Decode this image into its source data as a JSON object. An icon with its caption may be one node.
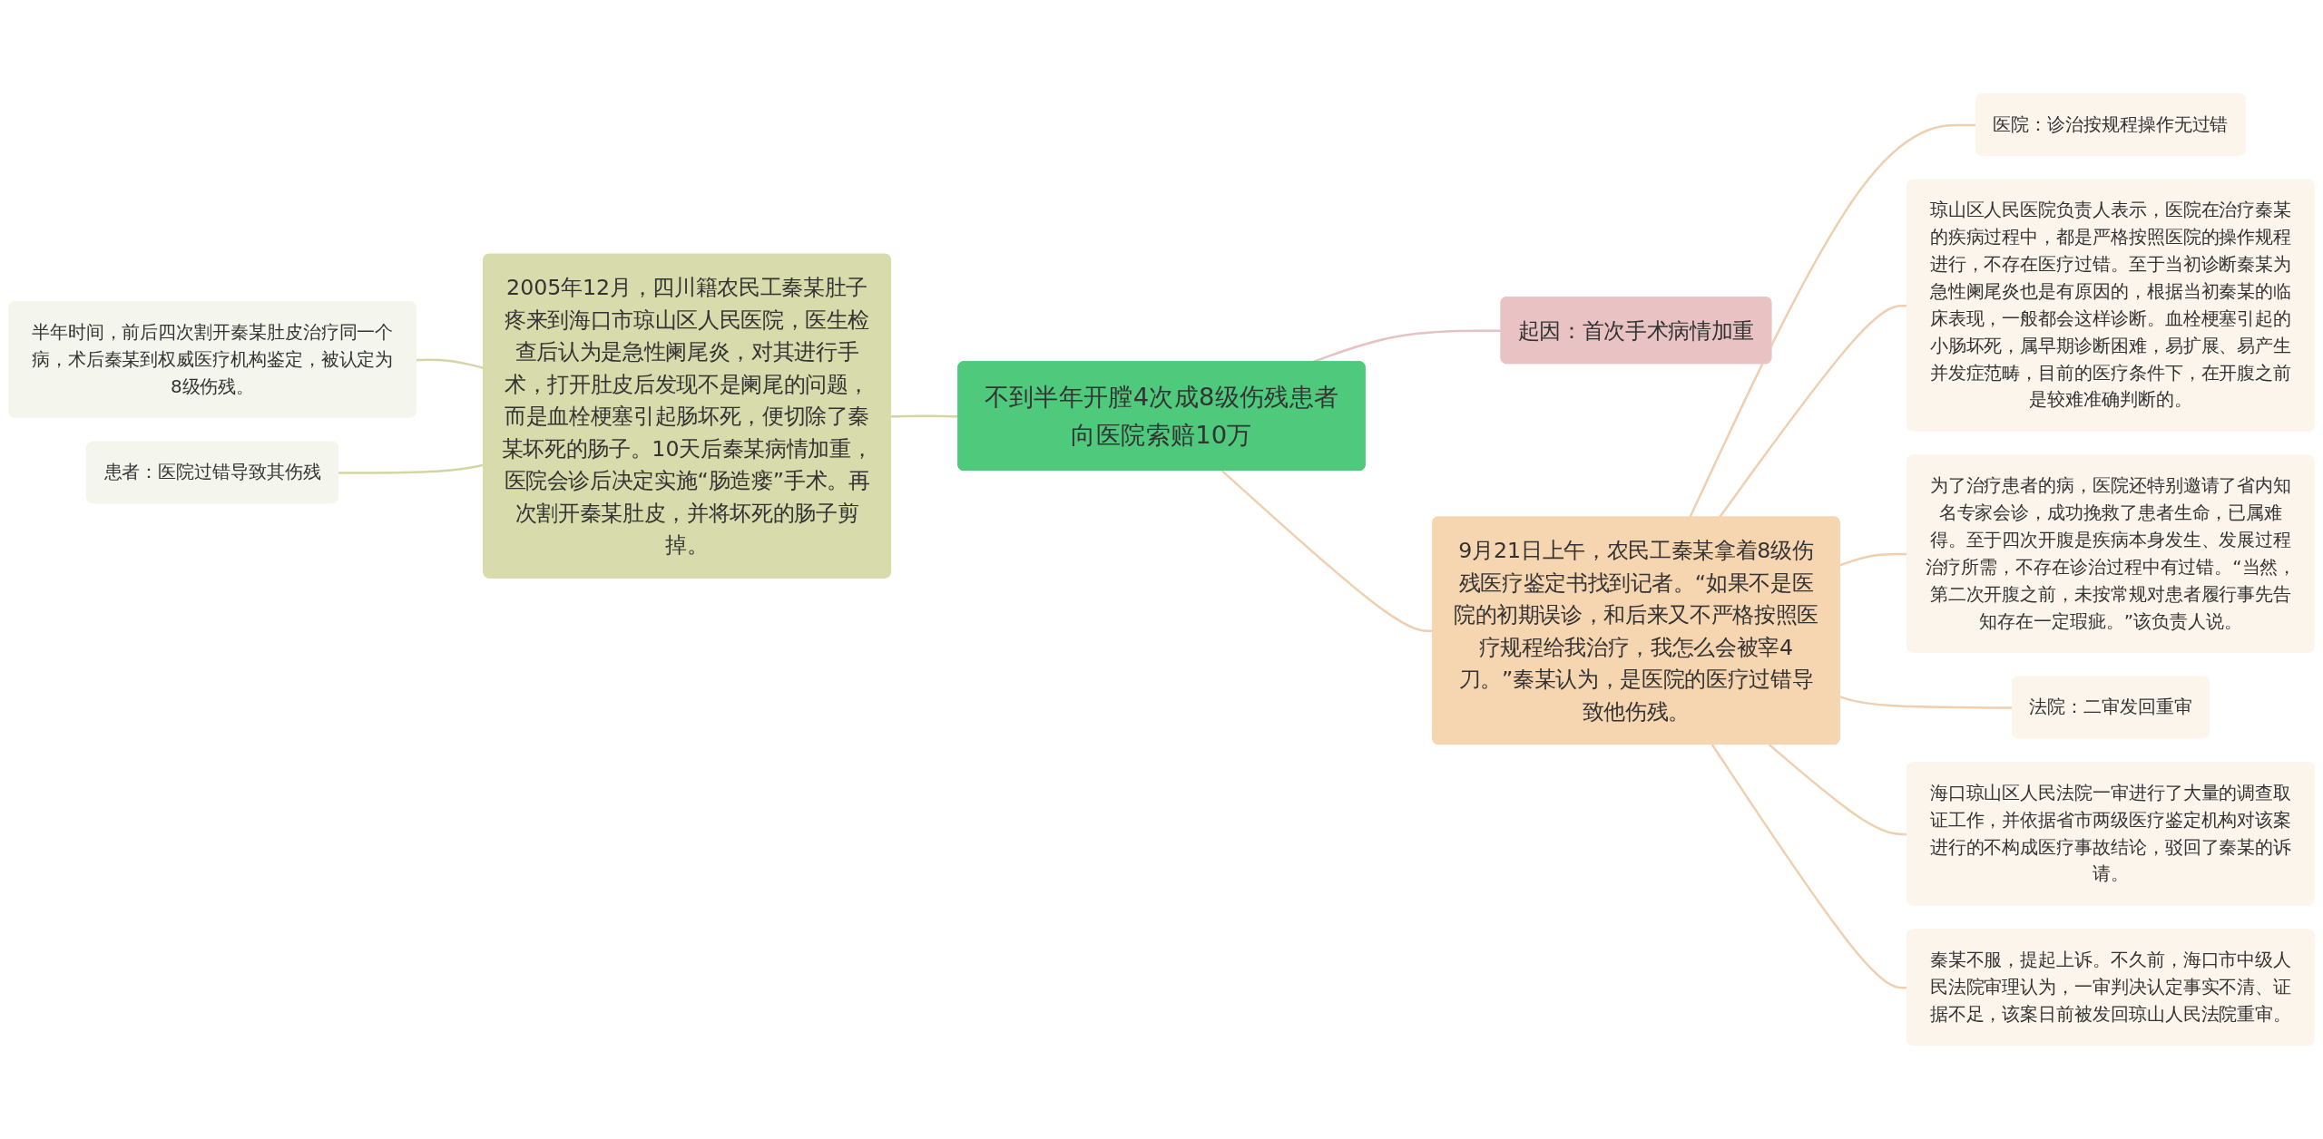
{
  "diagram": {
    "nodes": [
      {
        "text": [
          "不到半年开膛4次成8级伤残患者向医院索赔10万"
        ]
      },
      {
        "text": [
          "2005年12月，四川籍农民工秦某肚子疼来到海口市琼山区人民医院，医生检查后认为是急性阑尾炎，对其进行手术，打开肚皮后发现不是阑尾的问题，而是血栓梗塞引起肠坏死，便切除了秦某坏死的肠子。10天后秦某病情加重，医院会诊后决定实施“肠造瘘”手术。再次割开秦某肚皮，并将坏死的肠子剪掉。"
        ]
      },
      {
        "text": [
          "半年时间，前后四次割开秦某肚皮治疗同一个病，术后秦某到权威医疗机构鉴定，被认定为8级伤残。"
        ]
      },
      {
        "text": [
          "患者：医院过错导致其伤残"
        ]
      },
      {
        "text": [
          "起因：首次手术病情加重"
        ]
      },
      {
        "text": [
          "9月21日上午，农民工秦某拿着8级伤残医疗鉴定书找到记者。“如果不是医院的初期误诊，和后来又不严格按照医疗规程给我治疗，我怎么会被宰4刀。”秦某认为，是医院的医疗过错导致他伤残。"
        ]
      },
      {
        "text": [
          "医院：诊治按规程操作无过错"
        ]
      },
      {
        "text": [
          "琼山区人民医院负责人表示，医院在治疗秦某的疾病过程中，都是严格按照医院的操作规程进行，不存在医疗过错。至于当初诊断秦某为急性阑尾炎也是有原因的，根据当初秦某的临床表现，一般都会这样诊断。血栓梗塞引起的小肠坏死，属早期诊断困难，易扩展、易产生并发症范畴，目前的医疗条件下，在开腹之前是较难准确判断的。"
        ]
      },
      {
        "text": [
          "为了治疗患者的病，医院还特别邀请了省内知名专家会诊，成功挽救了患者生命，已属难得。至于四次开腹是疾病本身发生、发展过程治疗所需，不存在诊治过程中有过错。“当然，第二次开腹之前，未按常规对患者履行事先告知存在一定瑕疵。”该负责人说。"
        ]
      },
      {
        "text": [
          "法院：二审发回重审"
        ]
      },
      {
        "text": [
          "海口琼山区人民法院一审进行了大量的调查取证工作，并依据省市两级医疗鉴定机构对该案进行的不构成医疗事故结论，驳回了秦某的诉请。"
        ]
      },
      {
        "text": [
          "秦某不服，提起上诉。不久前，海口市中级人民法院审理认为，一审判决认定事实不清、证据不足，该案日前被发回琼山人民法院重审。"
        ]
      }
    ],
    "edges": [
      {
        "from": 2,
        "to": 1,
        "arrow": "none",
        "color": "#d3d6a4"
      },
      {
        "from": 3,
        "to": 1,
        "arrow": "none",
        "color": "#d3d6a4"
      },
      {
        "from": 1,
        "to": 0,
        "arrow": "none",
        "color": "#d3d6a4"
      },
      {
        "from": 0,
        "to": 4,
        "arrow": "none",
        "color": "#e6c2c2"
      },
      {
        "from": 0,
        "to": 5,
        "arrow": "none"
      },
      {
        "from": 5,
        "to": 6,
        "arrow": "none"
      },
      {
        "from": 5,
        "to": 7,
        "arrow": "none"
      },
      {
        "from": 5,
        "to": 8,
        "arrow": "none"
      },
      {
        "from": 5,
        "to": 9,
        "arrow": "none"
      },
      {
        "from": 5,
        "to": 10,
        "arrow": "none"
      },
      {
        "from": 5,
        "to": 11,
        "arrow": "none"
      }
    ]
  }
}
